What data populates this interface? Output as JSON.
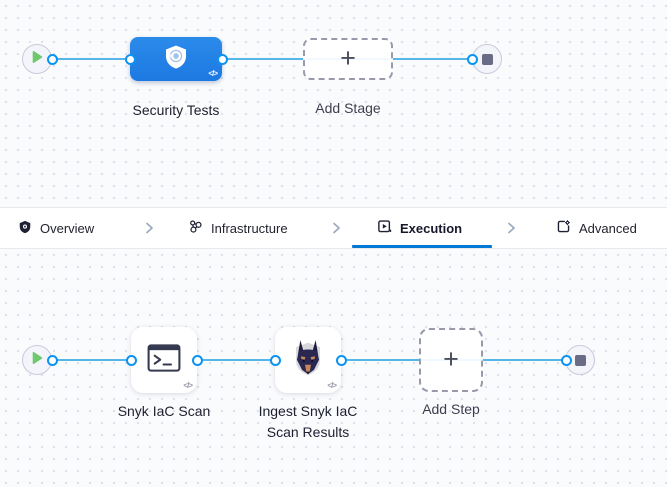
{
  "ui": {
    "code_glyph": "</>",
    "plus_glyph": "+"
  },
  "colors": {
    "accent_blue": "#0278D5",
    "stage_blue": "#2383E8",
    "flow_line_blue": "#56B5E9",
    "connector_ring_blue": "#0B93F1",
    "play_green": "#6EC86E",
    "stop_gray": "#6A6C86"
  },
  "stage_flow": {
    "stage_label": "Security Tests",
    "add_stage_label": "Add Stage"
  },
  "tabs": {
    "items": [
      {
        "label": "Overview"
      },
      {
        "label": "Infrastructure"
      },
      {
        "label": "Execution"
      },
      {
        "label": "Advanced"
      }
    ]
  },
  "step_flow": {
    "steps": [
      {
        "label": "Snyk IaC Scan"
      },
      {
        "label": "Ingest Snyk IaC Scan Results"
      }
    ],
    "add_step_label": "Add Step"
  }
}
